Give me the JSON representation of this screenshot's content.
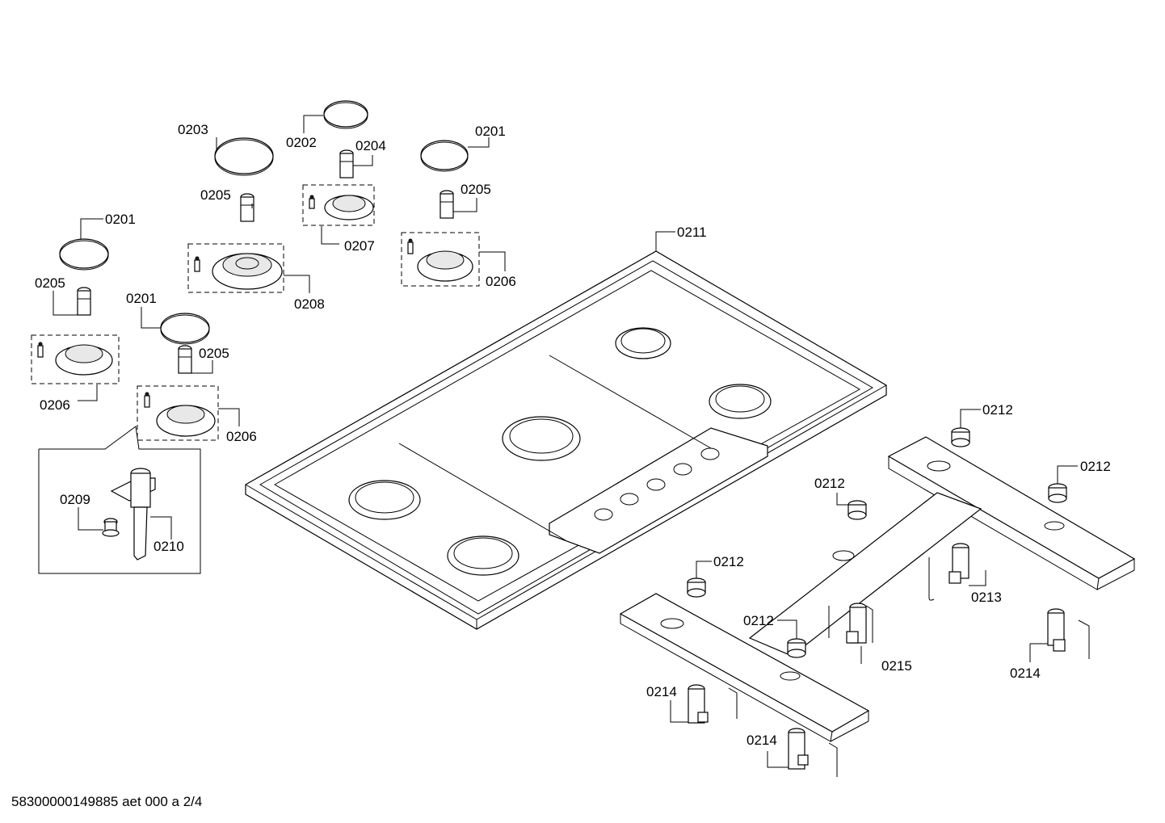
{
  "diagram": {
    "labels": {
      "l0201a": "0201",
      "l0201b": "0201",
      "l0201c": "0201",
      "l0202": "0202",
      "l0203": "0203",
      "l0204": "0204",
      "l0205a": "0205",
      "l0205b": "0205",
      "l0205c": "0205",
      "l0205d": "0205",
      "l0206a": "0206",
      "l0206b": "0206",
      "l0206c": "0206",
      "l0207": "0207",
      "l0208": "0208",
      "l0209": "0209",
      "l0210": "0210",
      "l0211": "0211",
      "l0212a": "0212",
      "l0212b": "0212",
      "l0212c": "0212",
      "l0212d": "0212",
      "l0212e": "0212",
      "l0213": "0213",
      "l0214a": "0214",
      "l0214b": "0214",
      "l0214c": "0214",
      "l0215": "0215"
    },
    "footer": "58300000149885 aet 000 a 2/4"
  }
}
